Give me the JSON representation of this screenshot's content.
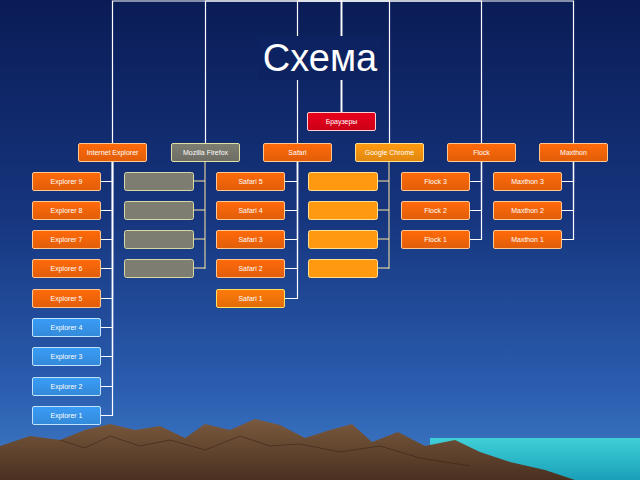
{
  "diagram": {
    "title": "Схема",
    "nodes": [
      {
        "text": [
          "Браузеры"
        ]
      },
      {
        "text": [
          "Internet Explorer"
        ]
      },
      {
        "text": [
          "Mozilla Firefox"
        ]
      },
      {
        "text": [
          "Safari"
        ]
      },
      {
        "text": [
          "Google Chrome"
        ]
      },
      {
        "text": [
          "Flock"
        ]
      },
      {
        "text": [
          "Maxthon"
        ]
      },
      {
        "text": [
          "Explorer 9"
        ]
      },
      {
        "text": [
          "Explorer 8"
        ]
      },
      {
        "text": [
          "Explorer 7"
        ]
      },
      {
        "text": [
          "Explorer 6"
        ]
      },
      {
        "text": [
          "Explorer 5"
        ]
      },
      {
        "text": [
          "Explorer 4"
        ]
      },
      {
        "text": [
          "Explorer 3"
        ]
      },
      {
        "text": [
          "Explorer 2"
        ]
      },
      {
        "text": [
          "Explorer 1"
        ]
      },
      {
        "text": [
          "Safari 5"
        ]
      },
      {
        "text": [
          "Safari 4"
        ]
      },
      {
        "text": [
          "Safari 3"
        ]
      },
      {
        "text": [
          "Safari 2"
        ]
      },
      {
        "text": [
          "Safari 1"
        ]
      },
      {
        "text": [
          "Flock 3"
        ]
      },
      {
        "text": [
          "Flock 2"
        ]
      },
      {
        "text": [
          "Flock 1"
        ]
      },
      {
        "text": [
          "Maxthon 3"
        ]
      },
      {
        "text": [
          "Maxthon 2"
        ]
      },
      {
        "text": [
          "Maxthon 1"
        ]
      }
    ],
    "edges": [
      {
        "from": 0,
        "to": 1,
        "arrow": "none"
      },
      {
        "from": 0,
        "to": 2,
        "arrow": "none"
      },
      {
        "from": 0,
        "to": 3,
        "arrow": "none"
      },
      {
        "from": 0,
        "to": 4,
        "arrow": "none"
      },
      {
        "from": 0,
        "to": 5,
        "arrow": "none"
      },
      {
        "from": 0,
        "to": 6,
        "arrow": "none"
      },
      {
        "from": 1,
        "to": 7,
        "arrow": "none"
      },
      {
        "from": 1,
        "to": 8,
        "arrow": "none"
      },
      {
        "from": 1,
        "to": 9,
        "arrow": "none"
      },
      {
        "from": 1,
        "to": 10,
        "arrow": "none"
      },
      {
        "from": 1,
        "to": 11,
        "arrow": "none"
      },
      {
        "from": 1,
        "to": 12,
        "arrow": "none"
      },
      {
        "from": 1,
        "to": 13,
        "arrow": "none"
      },
      {
        "from": 1,
        "to": 14,
        "arrow": "none"
      },
      {
        "from": 1,
        "to": 15,
        "arrow": "none"
      },
      {
        "from": 3,
        "to": 16,
        "arrow": "none"
      },
      {
        "from": 3,
        "to": 17,
        "arrow": "none"
      },
      {
        "from": 3,
        "to": 18,
        "arrow": "none"
      },
      {
        "from": 3,
        "to": 19,
        "arrow": "none"
      },
      {
        "from": 3,
        "to": 20,
        "arrow": "none"
      },
      {
        "from": 5,
        "to": 21,
        "arrow": "none"
      },
      {
        "from": 5,
        "to": 22,
        "arrow": "none"
      },
      {
        "from": 5,
        "to": 23,
        "arrow": "none"
      },
      {
        "from": 6,
        "to": 24,
        "arrow": "none"
      },
      {
        "from": 6,
        "to": 25,
        "arrow": "none"
      },
      {
        "from": 6,
        "to": 26,
        "arrow": "none"
      }
    ]
  }
}
